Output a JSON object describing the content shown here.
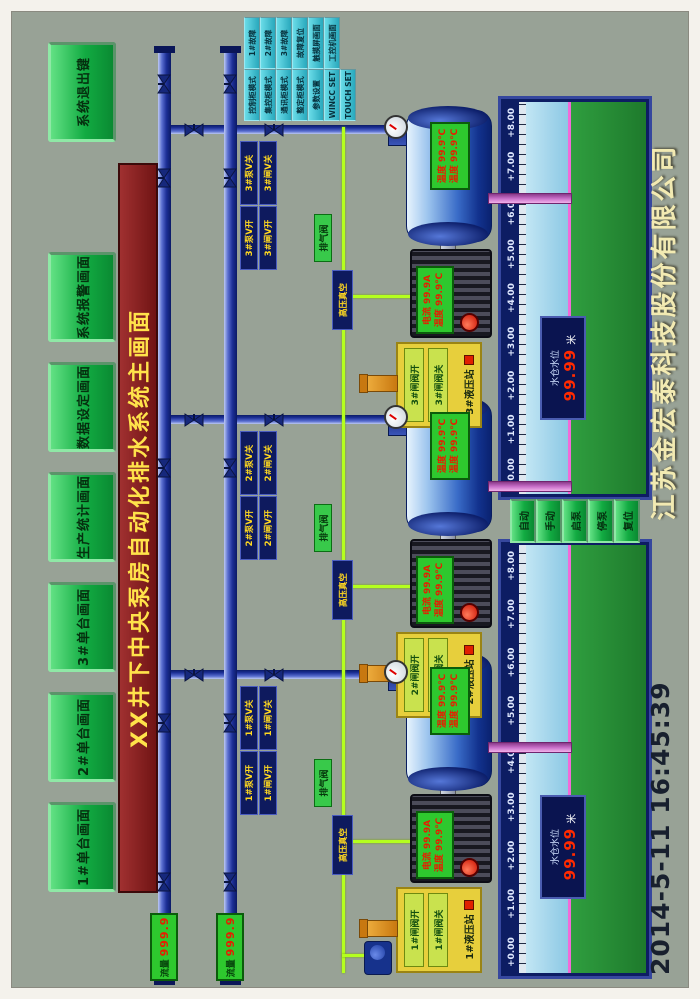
{
  "colors": {
    "background": "#98a296",
    "button_green": "#12ab42",
    "title_bg": "#8a2020",
    "title_text": "#ffe34a",
    "pipe_blue": "#1c2f96",
    "signal_lime": "#b4ff1e",
    "lcd_green": "#2ec82e",
    "digit_red": "#e61e00",
    "suction_pink": "#c86ec8",
    "sump_water": "#8cc8e4",
    "sump_ground": "#2f9e3f",
    "mode_button_cyan": "#28a8bc"
  },
  "nav": {
    "buttons": [
      "1#单台画面",
      "2#单台画面",
      "3#单台画面",
      "生产统计画面",
      "数据设定画面",
      "系统报警画面"
    ],
    "exit": "系统退出键"
  },
  "title": "XX井下中央泵房自动化排水系统主画面",
  "mode_panel": {
    "col_a": [
      "控制柜模式",
      "集控柜模式",
      "通讯柜模式",
      "整定柜模式",
      "参数设置",
      "WINCC SET",
      "TOUCH SET"
    ],
    "col_b": [
      "1#故障",
      "2#故障",
      "3#故障",
      "故障复位",
      "触摸屏画面",
      "工控机画面"
    ]
  },
  "flow_meters": [
    {
      "label": "流量",
      "value": "999.9"
    },
    {
      "label": "流量",
      "value": "999.9"
    }
  ],
  "units": [
    {
      "id": "1#",
      "valve_labels": [
        "1#泵V开",
        "1#泵V关",
        "1#闸V开",
        "1#闸V关"
      ],
      "hv_label": "高压真空",
      "vent_label": "排气阀",
      "hydraulic": {
        "valve_open": "1#闸阀开",
        "valve_close": "1#闸阀关",
        "name": "1#液压站"
      },
      "motor_lcd": [
        "电流 99.9A",
        "温度 99.9℃"
      ],
      "pump_lcd": [
        "温度 99.9℃",
        "温度 99.9℃"
      ]
    },
    {
      "id": "2#",
      "valve_labels": [
        "2#泵V开",
        "2#泵V关",
        "2#闸V开",
        "2#闸V关"
      ],
      "hv_label": "高压真空",
      "vent_label": "排气阀",
      "hydraulic": {
        "valve_open": "2#闸阀开",
        "valve_close": "2#闸阀关",
        "name": "2#液压站"
      },
      "motor_lcd": [
        "电流 99.9A",
        "温度 99.9℃"
      ],
      "pump_lcd": [
        "温度 99.9℃",
        "温度 99.9℃"
      ]
    },
    {
      "id": "3#",
      "valve_labels": [
        "3#泵V开",
        "3#泵V关",
        "3#闸V开",
        "3#闸V关"
      ],
      "hv_label": "高压真空",
      "vent_label": "排气阀",
      "hydraulic": {
        "valve_open": "3#闸阀开",
        "valve_close": "3#闸阀关",
        "name": "3#液压站"
      },
      "motor_lcd": [
        "电流 99.9A",
        "温度 99.9℃"
      ],
      "pump_lcd": [
        "温度 99.9℃",
        "温度 99.9℃"
      ]
    }
  ],
  "sumps": [
    {
      "scale": [
        "+0.00",
        "+1.00",
        "+2.00",
        "+3.00",
        "+4.00",
        "+5.00",
        "+6.00",
        "+7.00",
        "+8.00"
      ],
      "readout": {
        "label": "水仓水位",
        "value": "99.99",
        "unit": "米"
      }
    },
    {
      "scale": [
        "+0.00",
        "+1.00",
        "+2.00",
        "+3.00",
        "+4.00",
        "+5.00",
        "+6.00",
        "+7.00",
        "+8.00"
      ],
      "readout": {
        "label": "水仓水位",
        "value": "99.99",
        "unit": "米"
      }
    }
  ],
  "mid_buttons": [
    "自动",
    "手动",
    "启泵",
    "停泵",
    "复位"
  ],
  "footer": {
    "datetime": "2014-5-11  16:45:39",
    "company": "江苏金宏泰科技股份有限公司"
  }
}
